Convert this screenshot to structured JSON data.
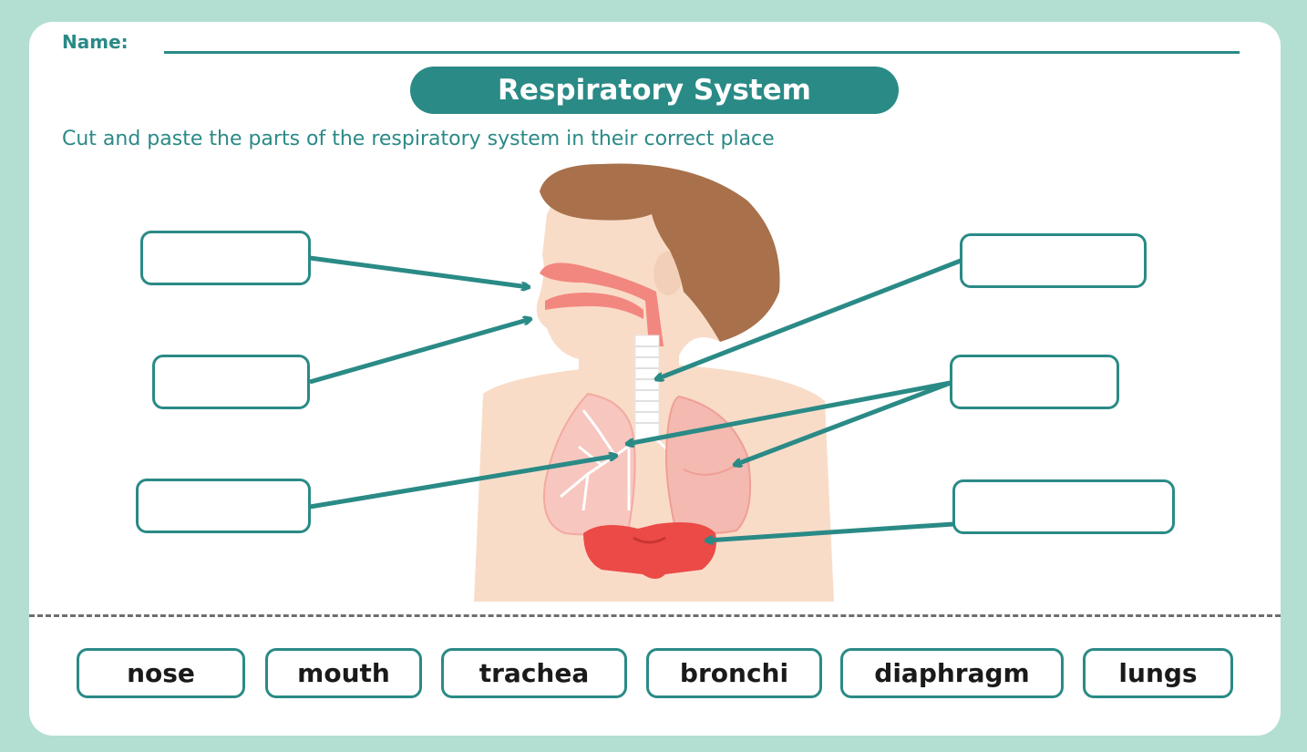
{
  "header": {
    "name_label": "Name:",
    "title": "Respiratory System",
    "instructions": "Cut and paste the parts of the respiratory system in their correct place"
  },
  "answer_boxes": [
    {
      "label": ""
    },
    {
      "label": ""
    },
    {
      "label": ""
    },
    {
      "label": ""
    },
    {
      "label": ""
    },
    {
      "label": ""
    }
  ],
  "word_bank": {
    "words": [
      "nose",
      "mouth",
      "trachea",
      "bronchi",
      "diaphragm",
      "lungs"
    ]
  },
  "colors": {
    "accent": "#2a8a86",
    "background": "#b3dfd2",
    "skin": "#f9dcc8",
    "hair": "#a8714b",
    "lung": "#f4b9b0",
    "diaphragm": "#ec4a47"
  }
}
